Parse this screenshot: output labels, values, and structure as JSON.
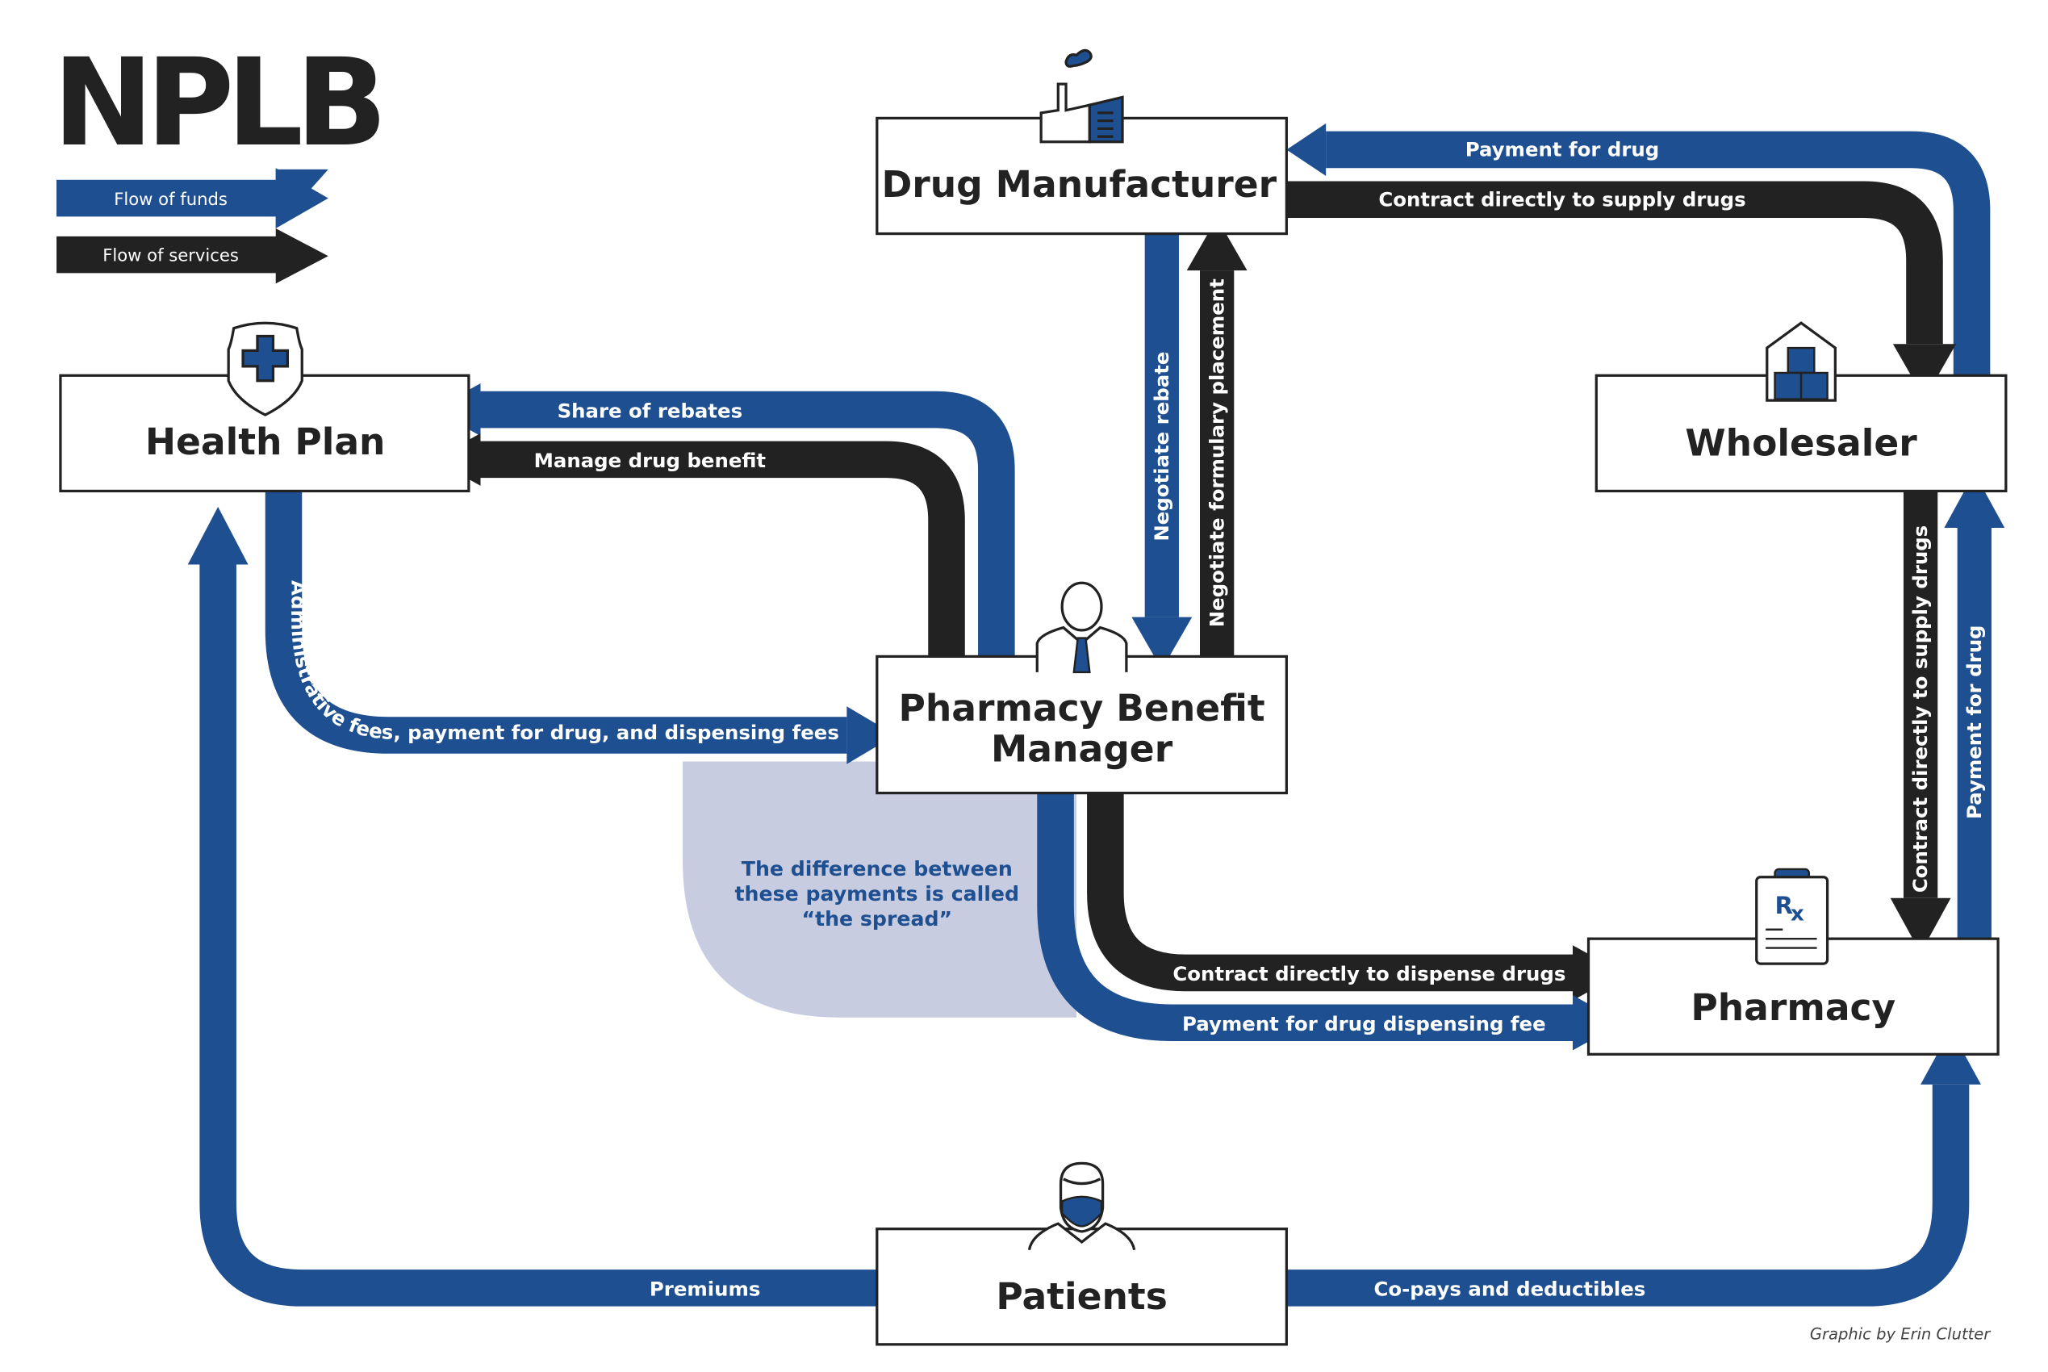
{
  "logo": {
    "text": "NPLB"
  },
  "legend": {
    "funds_label": "Flow of funds",
    "services_label": "Flow of services",
    "colors": {
      "funds": "#1e4f91",
      "services": "#222222"
    }
  },
  "nodes": {
    "health_plan": {
      "title": "Health Plan",
      "icon": "shield-cross-icon"
    },
    "drug_manufacturer": {
      "title": "Drug Manufacturer",
      "icon": "factory-icon"
    },
    "wholesaler": {
      "title": "Wholesaler",
      "icon": "warehouse-boxes-icon"
    },
    "pbm": {
      "title_line1": "Pharmacy Benefit",
      "title_line2": "Manager",
      "icon": "businessman-icon"
    },
    "pharmacy": {
      "title": "Pharmacy",
      "icon": "prescription-clipboard-icon"
    },
    "patients": {
      "title": "Patients",
      "icon": "masked-patient-icon"
    }
  },
  "flows": {
    "wholesaler_to_manufacturer_payment": {
      "label": "Payment for drug",
      "type": "funds"
    },
    "manufacturer_to_wholesaler_contract": {
      "label": "Contract directly to supply drugs",
      "type": "services"
    },
    "pbm_to_healthplan_rebates": {
      "label": "Share of rebates",
      "type": "funds"
    },
    "pbm_to_healthplan_benefit": {
      "label": "Manage drug benefit",
      "type": "services"
    },
    "healthplan_to_pbm_fees": {
      "label": "Administrative fees, payment for drug, and dispensing fees",
      "type": "funds"
    },
    "manufacturer_to_pbm_rebate": {
      "label": "Negotiate rebate",
      "type": "funds"
    },
    "pbm_to_manufacturer_formulary": {
      "label": "Negotiate formulary placement",
      "type": "services"
    },
    "wholesaler_to_pharmacy_contract": {
      "label": "Contract directly to supply drugs",
      "type": "services"
    },
    "pharmacy_to_wholesaler_payment": {
      "label": "Payment for drug",
      "type": "funds"
    },
    "pbm_to_pharmacy_contract": {
      "label": "Contract directly  to dispense drugs",
      "type": "services"
    },
    "pbm_to_pharmacy_payment": {
      "label": "Payment for drug dispensing fee",
      "type": "funds"
    },
    "patients_to_healthplan_premiums": {
      "label": "Premiums",
      "type": "funds"
    },
    "patients_to_pharmacy_copays": {
      "label": "Co-pays and deductibles",
      "type": "funds"
    }
  },
  "spread_note": {
    "line1": "The difference between",
    "line2": "these payments is called",
    "line3": "“the spread”"
  },
  "credit": "Graphic by Erin Clutter"
}
